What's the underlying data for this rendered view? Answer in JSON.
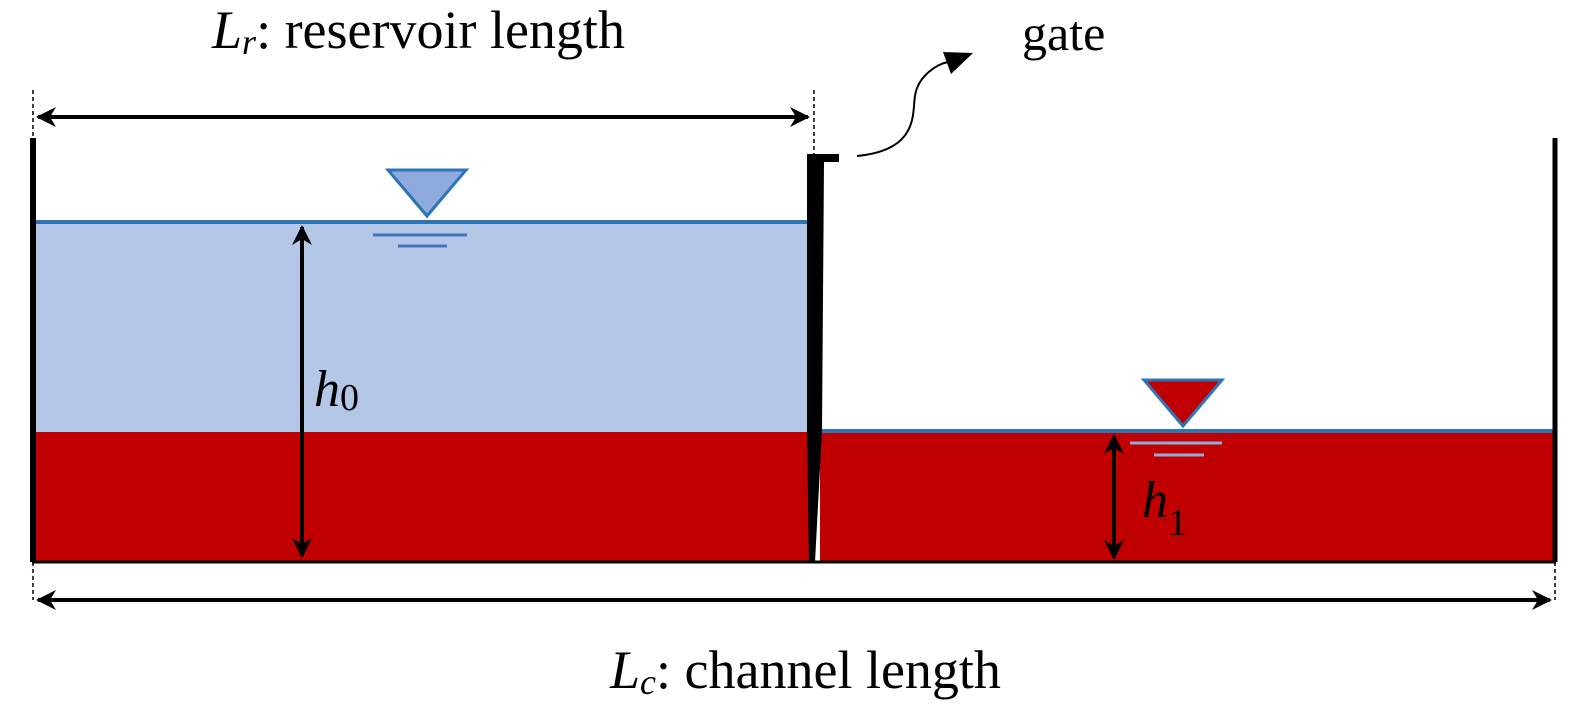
{
  "labels": {
    "reservoir_symbol": "L",
    "reservoir_sub": "r",
    "reservoir_text": ": reservoir length",
    "channel_symbol": "L",
    "channel_sub": "c",
    "channel_text": ": channel length",
    "gate": "gate",
    "h0_symbol": "h",
    "h0_sub": "0",
    "h1_symbol": "h",
    "h1_sub": "1"
  },
  "colors": {
    "reservoir_water": "#b4c7e7",
    "sediment_red": "#c00000",
    "surface_line": "#2e75b6",
    "triangle_blue": "#8faadc",
    "triangle_stroke": "#2e75b6",
    "ripple_line": "#4472c4",
    "walls": "#000000"
  }
}
